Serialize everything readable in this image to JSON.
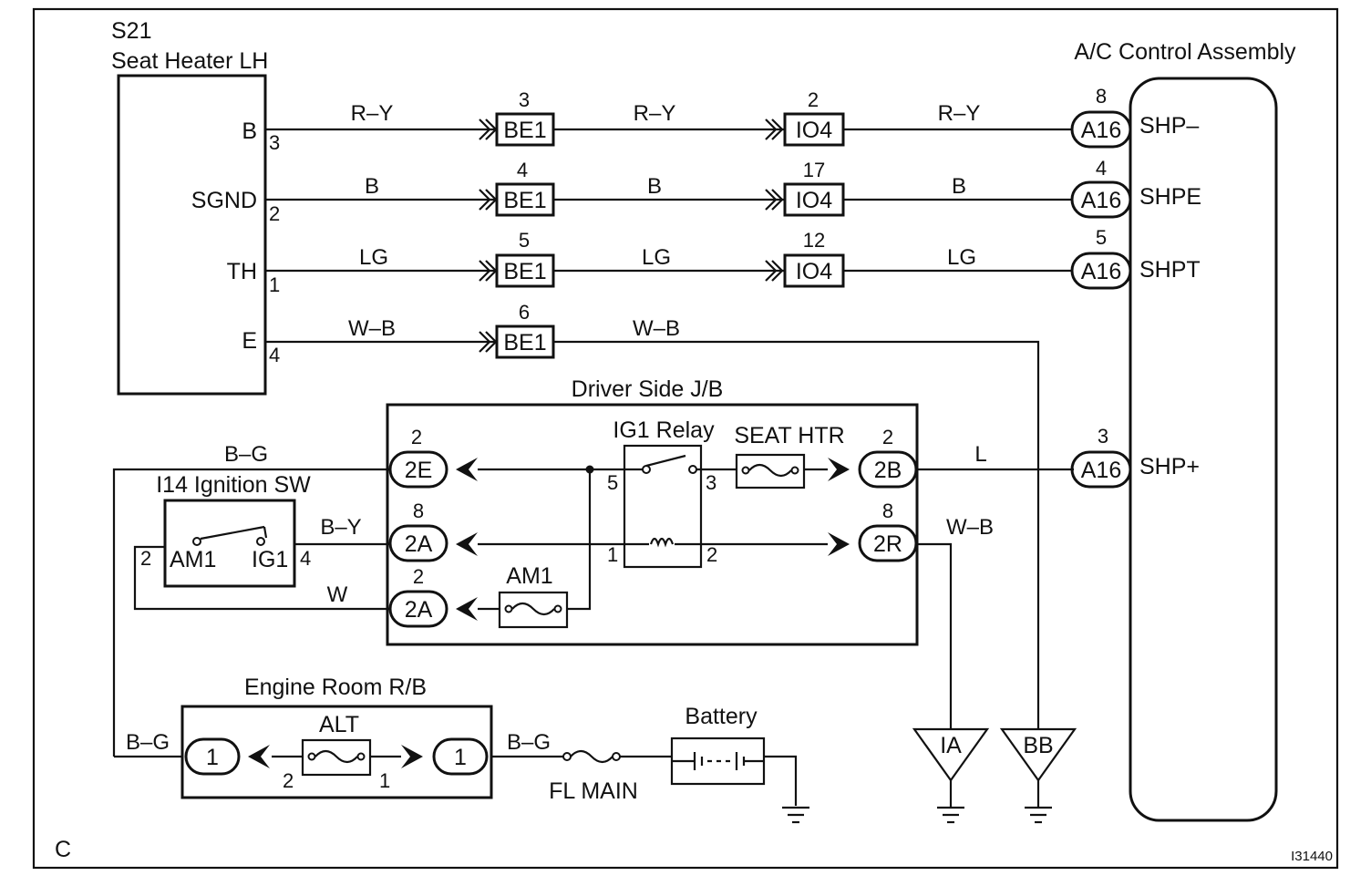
{
  "page_label": "C",
  "figure_code": "I31440",
  "seat_heater": {
    "code": "S21",
    "name": "Seat Heater LH",
    "terminals": [
      {
        "name": "B",
        "pin": "3"
      },
      {
        "name": "SGND",
        "pin": "2"
      },
      {
        "name": "TH",
        "pin": "1"
      },
      {
        "name": "E",
        "pin": "4"
      }
    ]
  },
  "wires": {
    "row1": [
      "R–Y",
      "R–Y",
      "R–Y"
    ],
    "row2": [
      "B",
      "B",
      "B"
    ],
    "row3": [
      "LG",
      "LG",
      "LG"
    ],
    "row4": [
      "W–B",
      "W–B"
    ],
    "bg_top": "B–G",
    "by": "B–Y",
    "w": "W",
    "l": "L",
    "wb_right": "W–B",
    "bg_left": "B–G",
    "bg_mid": "B–G"
  },
  "connectors": {
    "be1": {
      "label": "BE1",
      "pins": [
        "3",
        "4",
        "5",
        "6"
      ]
    },
    "io4": {
      "label": "IO4",
      "pins": [
        "2",
        "17",
        "12"
      ]
    },
    "a16": {
      "label": "A16",
      "pins": [
        "8",
        "4",
        "5",
        "3"
      ]
    }
  },
  "ac_control": {
    "title": "A/C Control Assembly",
    "terminals": [
      "SHP–",
      "SHPE",
      "SHPT",
      "SHP+"
    ]
  },
  "driver_jb": {
    "title": "Driver Side J/B",
    "c2e": {
      "label": "2E",
      "pin": "2"
    },
    "c2a_top": {
      "label": "2A",
      "pin": "8"
    },
    "c2a_bot": {
      "label": "2A",
      "pin": "2"
    },
    "c2b": {
      "label": "2B",
      "pin": "2"
    },
    "c2r": {
      "label": "2R",
      "pin": "8"
    },
    "relay": {
      "title": "IG1 Relay",
      "pins": [
        "5",
        "3",
        "1",
        "2"
      ]
    },
    "seat_htr": "SEAT HTR",
    "am1_fuse": "AM1"
  },
  "ignition_sw": {
    "title": "I14 Ignition SW",
    "am1": "AM1",
    "ig1": "IG1",
    "pin_left": "2",
    "pin_right": "4"
  },
  "engine_rb": {
    "title": "Engine Room R/B",
    "alt": "ALT",
    "conn_left": "1",
    "conn_right": "1",
    "pin_left": "2",
    "pin_right": "1"
  },
  "battery": "Battery",
  "fl_main": "FL MAIN",
  "grounds": [
    "IA",
    "BB"
  ]
}
